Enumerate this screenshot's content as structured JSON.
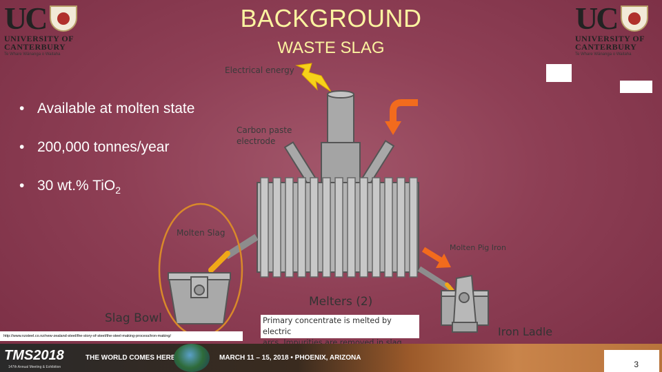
{
  "logos": {
    "left": {
      "initials": "UC",
      "line1": "UNIVERSITY OF",
      "line2": "CANTERBURY",
      "motto": "Te Whare Wānanga o Waitaha"
    },
    "right": {
      "initials": "UC",
      "line1": "UNIVERSITY OF",
      "line2": "CANTERBURY",
      "motto": "Te Whare Wānanga o Waitaha"
    }
  },
  "slide": {
    "title": "BACKGROUND",
    "subtitle": "WASTE SLAG"
  },
  "bullets": [
    {
      "marker": "•",
      "text": "Available at molten state"
    },
    {
      "marker": "•",
      "text": "200,000 tonnes/year"
    },
    {
      "marker": "•",
      "text": "30 wt.% TiO",
      "sub": "2"
    }
  ],
  "diagram": {
    "electrical_energy": "Electrical energy",
    "carbon_line1": "Carbon paste",
    "carbon_line2": "electrode",
    "molten_slag": "Molten Slag",
    "molten_pig_iron": "Molten Pig Iron",
    "melters": "Melters (2)",
    "slag_bowl": "Slag Bowl",
    "iron_ladle": "Iron Ladle",
    "caption_line1": "Primary concentrate is melted by electric",
    "caption_line2": "arcs. Impurities are removed in slag"
  },
  "reference_url": "http://www.nzsteel.co.nz/new-zealand-steel/the-story-of-steel/the-steel-making-process/iron-making/",
  "footer": {
    "brand": "TMS2018",
    "brand_sub": "147th Annual Meeting & Exhibition",
    "tagline": "THE WORLD COMES HERE.",
    "event": "MARCH 11 – 15, 2018 • PHOENIX, ARIZONA"
  },
  "page_number": "3",
  "colors": {
    "background": "#8e3f55",
    "title": "#fbf3a0",
    "arrow_orange": "#f26b1d",
    "lightning": "#f6d21a",
    "highlight_ring": "#d9892a",
    "equipment_grey": "#9a9a9a"
  }
}
